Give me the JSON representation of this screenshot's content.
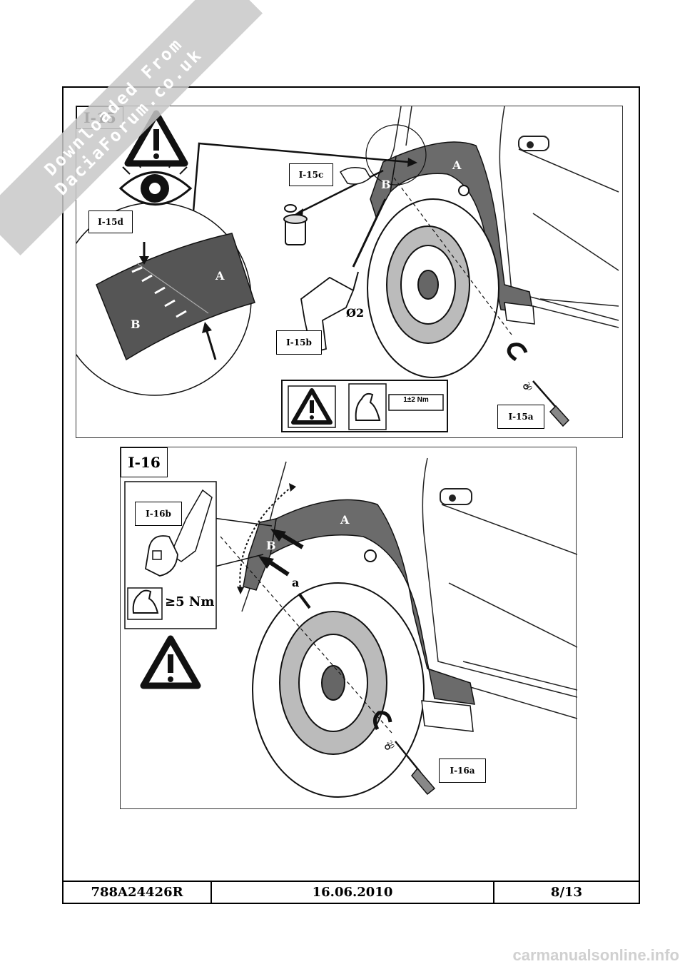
{
  "watermark": {
    "line1": "Downloaded From",
    "line2": "DaciaForum.co.uk"
  },
  "site_watermark": "carmanualsonline.info",
  "footer": {
    "part_number": "788A24426R",
    "date": "16.06.2010",
    "page": "8/13"
  },
  "panel_i15": {
    "label": "I-15",
    "callouts": {
      "c": "I-15c",
      "d": "I-15d",
      "b": "I-15b",
      "a": "I-15a"
    },
    "drill_size": "Ø2",
    "torque": "1±2 Nm",
    "part_a": "A",
    "part_b": "B",
    "zoom_a": "A",
    "zoom_b": "B"
  },
  "panel_i16": {
    "label": "I-16",
    "callouts": {
      "b": "I-16b",
      "a": "I-16a"
    },
    "torque": "≥5 Nm",
    "part_a": "A",
    "part_b": "B",
    "point_a": "a"
  },
  "tool_size": "20",
  "colors": {
    "fender": "#6b6b6b",
    "ink": "#000000",
    "watermark": "#c8c8c8"
  },
  "icons": [
    "warning-icon",
    "eye-icon",
    "torque-arm-icon",
    "drill-icon",
    "screwdriver-icon",
    "clip-icon"
  ]
}
